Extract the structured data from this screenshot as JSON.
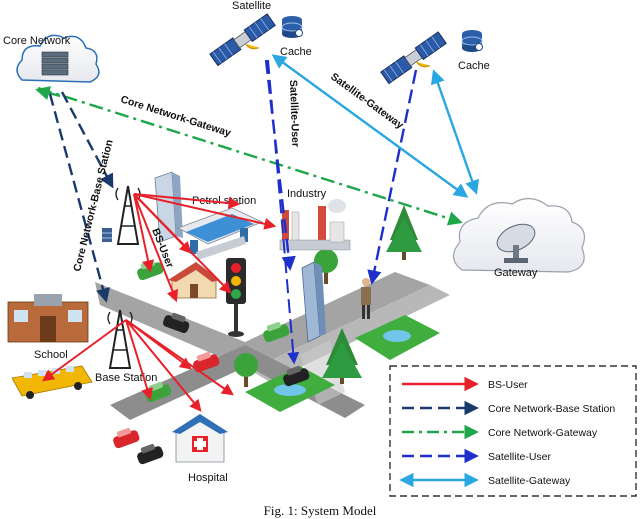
{
  "caption": "Fig. 1: System Model",
  "labels": {
    "satellite": "Satellite",
    "cache1": "Cache",
    "cache2": "Cache",
    "core_network": "Core Network",
    "petrol_station": "Petrol station",
    "industry": "Industry",
    "gateway": "Gateway",
    "school": "School",
    "base_station": "Base Station",
    "hospital": "Hospital",
    "link_core_gateway": "Core Network-Gateway",
    "link_core_bs": "Core Network-Base Station",
    "link_bs_user": "BS-User",
    "link_sat_user": "Satellite-User",
    "link_sat_gateway": "Satellite-Gateway"
  },
  "legend": [
    {
      "label": "BS-User",
      "color": "#e8202a",
      "style": "solid"
    },
    {
      "label": "Core Network-Base Station",
      "color": "#1b3a6b",
      "style": "dash"
    },
    {
      "label": "Core Network-Gateway",
      "color": "#1ea64a",
      "style": "dashdot"
    },
    {
      "label": "Satellite-User",
      "color": "#1f2fc9",
      "style": "dash"
    },
    {
      "label": "Satellite-Gateway",
      "color": "#2aa6e0",
      "style": "solid"
    }
  ]
}
